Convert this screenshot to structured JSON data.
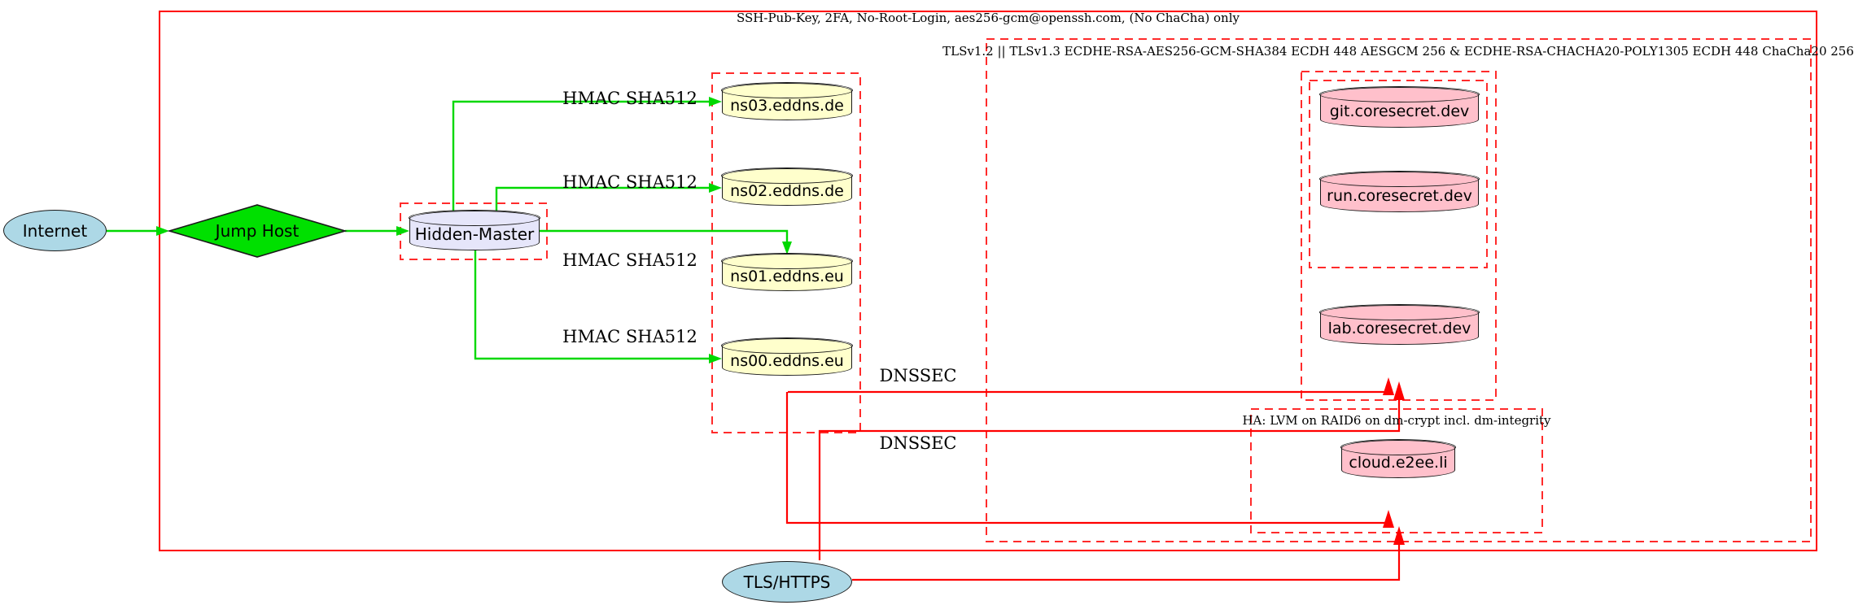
{
  "clusters": {
    "ssh": {
      "label": "SSH-Pub-Key, 2FA, No-Root-Login, aes256-gcm@openssh.com, (No ChaCha) only"
    },
    "tls": {
      "label": "TLSv1.2 || TLSv1.3 ECDHE-RSA-AES256-GCM-SHA384 ECDH 448 AESGCM 256 & ECDHE-RSA-CHACHA20-POLY1305 ECDH 448 ChaCha20 256"
    },
    "ha": {
      "label": "HA: LVM on RAID6 on dm-crypt incl. dm-integrity"
    }
  },
  "nodes": {
    "internet": {
      "label": "Internet",
      "shape": "ellipse",
      "color": "#add8e6"
    },
    "jump_host": {
      "label": "Jump Host",
      "shape": "diamond",
      "color": "#00e000"
    },
    "hidden_master": {
      "label": "Hidden-Master",
      "shape": "cylinder",
      "color": "#e6e6fa"
    },
    "ns03": {
      "label": "ns03.eddns.de",
      "shape": "cylinder",
      "color": "#ffffcc"
    },
    "ns02": {
      "label": "ns02.eddns.de",
      "shape": "cylinder",
      "color": "#ffffcc"
    },
    "ns01": {
      "label": "ns01.eddns.eu",
      "shape": "cylinder",
      "color": "#ffffcc"
    },
    "ns00": {
      "label": "ns00.eddns.eu",
      "shape": "cylinder",
      "color": "#ffffcc"
    },
    "git": {
      "label": "git.coresecret.dev",
      "shape": "cylinder",
      "color": "#ffc0cb"
    },
    "run": {
      "label": "run.coresecret.dev",
      "shape": "cylinder",
      "color": "#ffc0cb"
    },
    "lab": {
      "label": "lab.coresecret.dev",
      "shape": "cylinder",
      "color": "#ffc0cb"
    },
    "cloud": {
      "label": "cloud.e2ee.li",
      "shape": "cylinder",
      "color": "#ffc0cb"
    },
    "tls_https": {
      "label": "TLS/HTTPS",
      "shape": "ellipse",
      "color": "#add8e6"
    }
  },
  "edge_labels": {
    "hmac1": "HMAC SHA512",
    "hmac2": "HMAC SHA512",
    "hmac3": "HMAC SHA512",
    "hmac4": "HMAC SHA512",
    "dnssec1": "DNSSEC",
    "dnssec2": "DNSSEC"
  },
  "colors": {
    "secure_edge_green": "#00d800",
    "red_edge": "#ff0000",
    "dashed_cluster_red": "#ff2b2b"
  }
}
